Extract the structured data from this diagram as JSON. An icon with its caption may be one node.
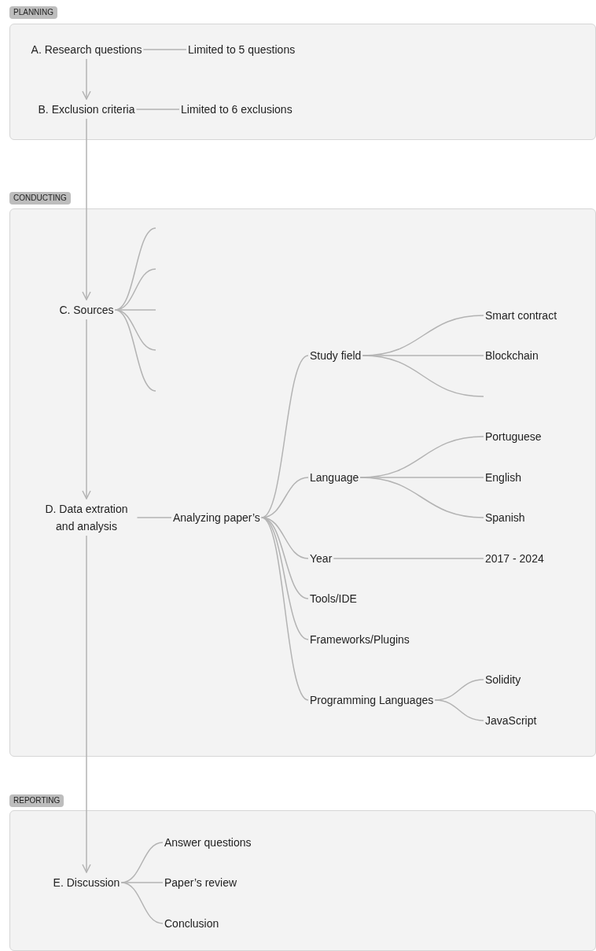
{
  "diagram": {
    "nodes": [
      {
        "text": [
          "PLANNING"
        ]
      },
      {
        "text": [
          "A. Research questions"
        ],
        "in": 0
      },
      {
        "text": [
          "Limited to 5 questions"
        ],
        "in": 0
      },
      {
        "text": [
          "B. Exclusion criteria"
        ],
        "in": 0
      },
      {
        "text": [
          "Limited to 6 exclusions"
        ],
        "in": 0
      },
      {
        "text": [
          "CONDUCTING"
        ]
      },
      {
        "text": [
          "C. Sources"
        ],
        "in": 5
      },
      {
        "text": [
          "D. Data extration and analysis"
        ],
        "in": 5
      },
      {
        "text": [
          "Analyzing paper’s"
        ],
        "in": 5
      },
      {
        "text": [
          "Study field"
        ],
        "in": 5
      },
      {
        "text": [
          "Smart contract"
        ],
        "in": 5
      },
      {
        "text": [
          "Blockchain"
        ],
        "in": 5
      },
      {
        "text": [
          "Language"
        ],
        "in": 5
      },
      {
        "text": [
          "Portuguese"
        ],
        "in": 5
      },
      {
        "text": [
          "English"
        ],
        "in": 5
      },
      {
        "text": [
          "Spanish"
        ],
        "in": 5
      },
      {
        "text": [
          "Year"
        ],
        "in": 5
      },
      {
        "text": [
          "2017 - 2024"
        ],
        "in": 5
      },
      {
        "text": [
          "Tools/IDE"
        ],
        "in": 5
      },
      {
        "text": [
          "Frameworks/Plugins"
        ],
        "in": 5
      },
      {
        "text": [
          "Programming Languages"
        ],
        "in": 5
      },
      {
        "text": [
          "Solidity"
        ],
        "in": 5
      },
      {
        "text": [
          "JavaScript"
        ],
        "in": 5
      },
      {
        "text": [
          "REPORTING"
        ]
      },
      {
        "text": [
          "E. Discussion"
        ],
        "in": 23
      },
      {
        "text": [
          "Answer questions"
        ],
        "in": 23
      },
      {
        "text": [
          "Paper’s review"
        ],
        "in": 23
      },
      {
        "text": [
          "Conclusion"
        ],
        "in": 23
      }
    ],
    "edges": [
      {
        "from": 1,
        "to": 2,
        "arrow": "none"
      },
      {
        "from": 1,
        "to": 3,
        "arrow": "to"
      },
      {
        "from": 3,
        "to": 4,
        "arrow": "none"
      },
      {
        "from": 3,
        "to": 6,
        "arrow": "to"
      },
      {
        "from": 6,
        "to": null,
        "arrow": "none"
      },
      {
        "from": 6,
        "to": null,
        "arrow": "none"
      },
      {
        "from": 6,
        "to": null,
        "arrow": "none"
      },
      {
        "from": 6,
        "to": null,
        "arrow": "none"
      },
      {
        "from": 6,
        "to": null,
        "arrow": "none"
      },
      {
        "from": 6,
        "to": 7,
        "arrow": "to"
      },
      {
        "from": 7,
        "to": 8,
        "arrow": "none"
      },
      {
        "from": 8,
        "to": 9,
        "arrow": "none"
      },
      {
        "from": 8,
        "to": 12,
        "arrow": "none"
      },
      {
        "from": 8,
        "to": 16,
        "arrow": "none"
      },
      {
        "from": 8,
        "to": 18,
        "arrow": "none"
      },
      {
        "from": 8,
        "to": 19,
        "arrow": "none"
      },
      {
        "from": 8,
        "to": 20,
        "arrow": "none"
      },
      {
        "from": 9,
        "to": 10,
        "arrow": "none"
      },
      {
        "from": 9,
        "to": 11,
        "arrow": "none"
      },
      {
        "from": 9,
        "to": null,
        "arrow": "none"
      },
      {
        "from": 12,
        "to": 13,
        "arrow": "none"
      },
      {
        "from": 12,
        "to": 14,
        "arrow": "none"
      },
      {
        "from": 12,
        "to": 15,
        "arrow": "none"
      },
      {
        "from": 16,
        "to": 17,
        "arrow": "none"
      },
      {
        "from": 20,
        "to": 21,
        "arrow": "none"
      },
      {
        "from": 20,
        "to": 22,
        "arrow": "none"
      },
      {
        "from": 7,
        "to": 24,
        "arrow": "to"
      },
      {
        "from": 24,
        "to": 25,
        "arrow": "none"
      },
      {
        "from": 24,
        "to": 26,
        "arrow": "none"
      },
      {
        "from": 24,
        "to": 27,
        "arrow": "none"
      }
    ]
  }
}
